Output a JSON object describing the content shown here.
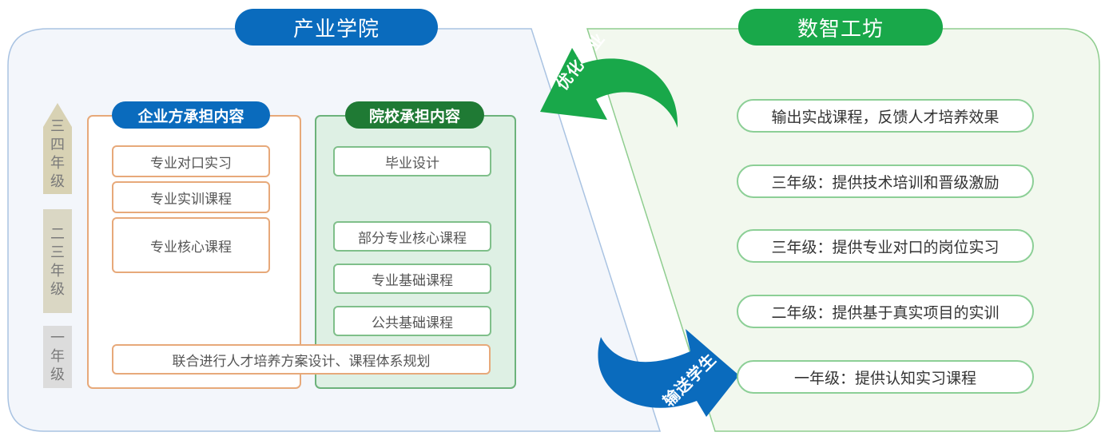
{
  "left_panel": {
    "title": "产业学院",
    "title_color": "#0a6bbd"
  },
  "right_panel": {
    "title": "数智工坊",
    "title_color": "#19a84a"
  },
  "enterprise": {
    "label": "企业方承担内容",
    "color": "#0a6bbd",
    "items": [
      "专业对口实习",
      "专业实训课程",
      "专业核心课程"
    ]
  },
  "school": {
    "label": "院校承担内容",
    "color": "#1f7a34",
    "items": [
      "毕业设计",
      "部分专业核心课程",
      "专业基础课程",
      "公共基础课程"
    ]
  },
  "joint": "联合进行人才培养方案设计、课程体系规划",
  "grades": {
    "senior": "三四年级",
    "middle": "二三年级",
    "junior": "一年级"
  },
  "arrows": {
    "optimize": {
      "label": "优化专业",
      "color": "#19a84a"
    },
    "deliver": {
      "label": "输送学生",
      "color": "#0a6bbd"
    }
  },
  "workshop_items": [
    "输出实战课程，反馈人才培养效果",
    "三年级：提供技术培训和晋级激励",
    "三年级：提供专业对口的岗位实习",
    "二年级：提供基于真实项目的实训",
    "一年级：提供认知实习课程"
  ]
}
